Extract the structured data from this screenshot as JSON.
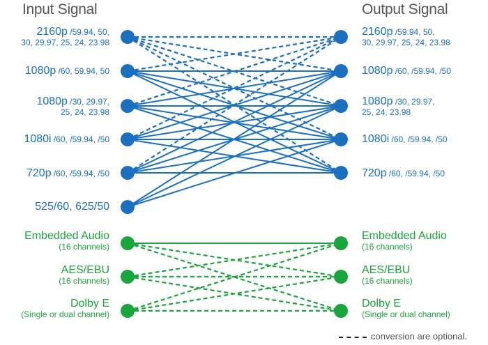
{
  "titles": {
    "input": "Input Signal",
    "output": "Output Signal"
  },
  "colors": {
    "video": "#1a6fbf",
    "audio": "#1aa53c",
    "title": "#555555",
    "legend_line": "#222222"
  },
  "inputs": [
    {
      "line1_main": "2160p",
      "line1_rest": " /59.94, 50,",
      "line2": "30, 29.97, 25, 24, 23.98",
      "group": "video"
    },
    {
      "line1_main": "1080p",
      "line1_rest": " /60, 59.94, 50",
      "line2": "",
      "group": "video"
    },
    {
      "line1_main": "1080p",
      "line1_rest": " /30, 29.97,",
      "line2": "25, 24, 23.98",
      "group": "video"
    },
    {
      "line1_main": "1080i",
      "line1_rest": " /60, /59.94, /50",
      "line2": "",
      "group": "video"
    },
    {
      "line1_main": "720p",
      "line1_rest": " /60, /59.94, /50",
      "line2": "",
      "group": "video"
    },
    {
      "line1_main": "525/60, 625/50",
      "line1_rest": "",
      "line2": "",
      "group": "video"
    },
    {
      "line1_main": "Embedded Audio",
      "line1_rest": "",
      "line2": "(16 channels)",
      "group": "audio"
    },
    {
      "line1_main": "AES/EBU",
      "line1_rest": "",
      "line2": "(16 channels)",
      "group": "audio"
    },
    {
      "line1_main": "Dolby E",
      "line1_rest": "",
      "line2": "(Single or dual channel)",
      "group": "audio"
    }
  ],
  "outputs": [
    {
      "line1_main": "2160p",
      "line1_rest": " /59.94, 50,",
      "line2": "30, 29.97, 25, 24, 23.98",
      "group": "video"
    },
    {
      "line1_main": "1080p",
      "line1_rest": " /60, /59.94, /50",
      "line2": "",
      "group": "video"
    },
    {
      "line1_main": "1080p",
      "line1_rest": " /30, 29.97,",
      "line2": "25, 24, 23.98",
      "group": "video"
    },
    {
      "line1_main": "1080i",
      "line1_rest": " /60, /59.94, /50",
      "line2": "",
      "group": "video"
    },
    {
      "line1_main": "720p",
      "line1_rest": " /60, /59.94, /50",
      "line2": "",
      "group": "video"
    },
    {
      "line1_main": "Embedded Audio",
      "line1_rest": "",
      "line2": "(16 channels)",
      "group": "audio"
    },
    {
      "line1_main": "AES/EBU",
      "line1_rest": "",
      "line2": "(16 channels)",
      "group": "audio"
    },
    {
      "line1_main": "Dolby E",
      "line1_rest": "",
      "line2": "(Single or dual channel)",
      "group": "audio"
    }
  ],
  "connections": [
    {
      "from": 0,
      "to": 0,
      "style": "dashed"
    },
    {
      "from": 0,
      "to": 1,
      "style": "dashed"
    },
    {
      "from": 0,
      "to": 2,
      "style": "dashed"
    },
    {
      "from": 0,
      "to": 3,
      "style": "dashed"
    },
    {
      "from": 0,
      "to": 4,
      "style": "dashed"
    },
    {
      "from": 1,
      "to": 0,
      "style": "dashed"
    },
    {
      "from": 1,
      "to": 1,
      "style": "solid"
    },
    {
      "from": 1,
      "to": 2,
      "style": "solid"
    },
    {
      "from": 1,
      "to": 3,
      "style": "solid"
    },
    {
      "from": 1,
      "to": 4,
      "style": "solid"
    },
    {
      "from": 2,
      "to": 0,
      "style": "dashed"
    },
    {
      "from": 2,
      "to": 1,
      "style": "solid"
    },
    {
      "from": 2,
      "to": 2,
      "style": "solid"
    },
    {
      "from": 2,
      "to": 3,
      "style": "solid"
    },
    {
      "from": 2,
      "to": 4,
      "style": "solid"
    },
    {
      "from": 3,
      "to": 0,
      "style": "dashed"
    },
    {
      "from": 3,
      "to": 1,
      "style": "solid"
    },
    {
      "from": 3,
      "to": 2,
      "style": "solid"
    },
    {
      "from": 3,
      "to": 3,
      "style": "solid"
    },
    {
      "from": 3,
      "to": 4,
      "style": "solid"
    },
    {
      "from": 4,
      "to": 0,
      "style": "dashed"
    },
    {
      "from": 4,
      "to": 1,
      "style": "solid"
    },
    {
      "from": 4,
      "to": 2,
      "style": "solid"
    },
    {
      "from": 4,
      "to": 3,
      "style": "solid"
    },
    {
      "from": 4,
      "to": 4,
      "style": "solid"
    },
    {
      "from": 5,
      "to": 1,
      "style": "solid"
    },
    {
      "from": 5,
      "to": 2,
      "style": "solid"
    },
    {
      "from": 5,
      "to": 3,
      "style": "solid"
    },
    {
      "from": 6,
      "to": 5,
      "style": "solid"
    },
    {
      "from": 6,
      "to": 6,
      "style": "dashed"
    },
    {
      "from": 6,
      "to": 7,
      "style": "dashed"
    },
    {
      "from": 7,
      "to": 5,
      "style": "dashed"
    },
    {
      "from": 7,
      "to": 6,
      "style": "dashed"
    },
    {
      "from": 7,
      "to": 7,
      "style": "dashed"
    },
    {
      "from": 8,
      "to": 5,
      "style": "dashed"
    },
    {
      "from": 8,
      "to": 6,
      "style": "dashed"
    },
    {
      "from": 8,
      "to": 7,
      "style": "dashed"
    }
  ],
  "legend": {
    "text": "conversion are optional."
  }
}
